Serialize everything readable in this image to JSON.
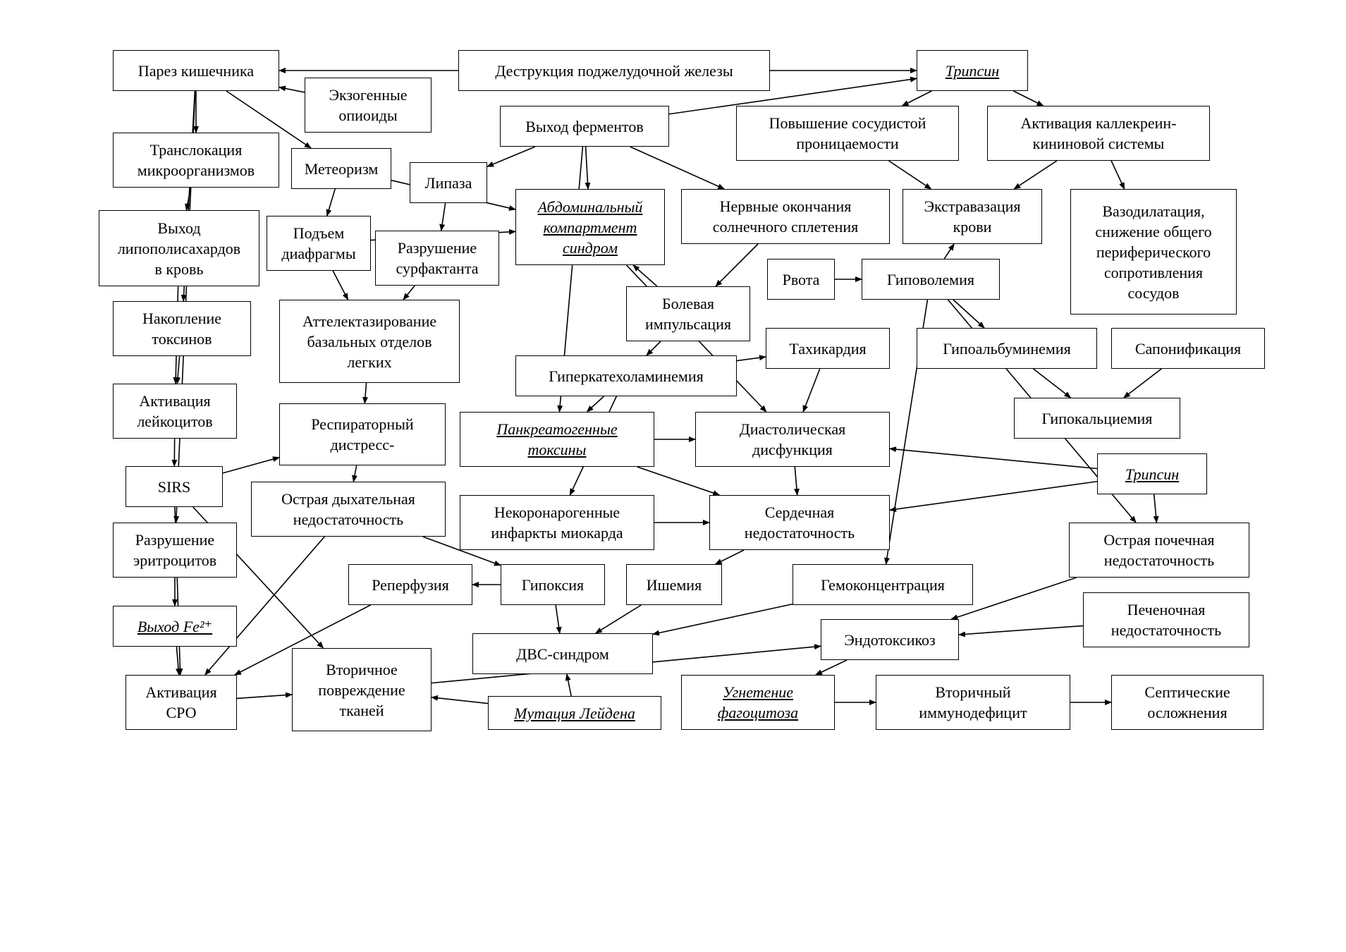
{
  "nodes": [
    {
      "id": "n1",
      "text": "Парез кишечника"
    },
    {
      "id": "n2",
      "text": "Деструкция поджелудочной железы"
    },
    {
      "id": "n3",
      "text": "Трипсин",
      "italic": true
    },
    {
      "id": "n4",
      "text": "Экзогенные\nопиоиды"
    },
    {
      "id": "n5",
      "text": "Выход ферментов"
    },
    {
      "id": "n6",
      "text": "Повышение сосудистой\nпроницаемости"
    },
    {
      "id": "n7",
      "text": "Активация каллекреин-\nкининовой системы"
    },
    {
      "id": "n8",
      "text": "Транслокация\nмикроорганизмов"
    },
    {
      "id": "n9",
      "text": "Метеоризм"
    },
    {
      "id": "n10",
      "text": "Липаза"
    },
    {
      "id": "n11",
      "text": "Абдоминальный\nкомпартмент\nсиндром",
      "italic": true
    },
    {
      "id": "n12",
      "text": "Нервные окончания\nсолнечного сплетения"
    },
    {
      "id": "n13",
      "text": "Экстравазация\nкрови"
    },
    {
      "id": "n14",
      "text": "Вазодилатация,\nснижение общего\nпериферического\nсопротивления\nсосудов"
    },
    {
      "id": "n15",
      "text": "Выход\nлипополисахардов\nв кровь"
    },
    {
      "id": "n16",
      "text": "Подъем\nдиафрагмы"
    },
    {
      "id": "n17",
      "text": "Разрушение\nсурфактанта"
    },
    {
      "id": "n18",
      "text": "Рвота"
    },
    {
      "id": "n19",
      "text": "Гиповолемия"
    },
    {
      "id": "n20",
      "text": "Накопление\nтоксинов"
    },
    {
      "id": "n21",
      "text": "Аттелектазирование\nбазальных отделов\nлегких"
    },
    {
      "id": "n22",
      "text": "Болевая\nимпульсация"
    },
    {
      "id": "n23",
      "text": "Тахикардия"
    },
    {
      "id": "n24",
      "text": "Гипоальбуминемия"
    },
    {
      "id": "n25",
      "text": "Сапонификация"
    },
    {
      "id": "n26",
      "text": "Гиперкатехоламинемия"
    },
    {
      "id": "n27",
      "text": "Активация\nлейкоцитов"
    },
    {
      "id": "n28",
      "text": "Гипокальциемия"
    },
    {
      "id": "n29",
      "text": "Респираторный\nдистресс-"
    },
    {
      "id": "n30",
      "text": "Панкреатогенные\nтоксины",
      "italic": true
    },
    {
      "id": "n31",
      "text": "Диастолическая\nдисфункция"
    },
    {
      "id": "n32",
      "text": "Трипсин",
      "italic": true
    },
    {
      "id": "n33",
      "text": "SIRS"
    },
    {
      "id": "n34",
      "text": "Острая дыхательная\nнедостаточность"
    },
    {
      "id": "n35",
      "text": "Некоронарогенные\nинфаркты миокарда"
    },
    {
      "id": "n36",
      "text": "Сердечная\nнедостаточность"
    },
    {
      "id": "n37",
      "text": "Разрушение\nэритроцитов"
    },
    {
      "id": "n38",
      "text": "Острая почечная\nнедостаточность"
    },
    {
      "id": "n39",
      "text": "Реперфузия"
    },
    {
      "id": "n40",
      "text": "Гипоксия"
    },
    {
      "id": "n41",
      "text": "Ишемия"
    },
    {
      "id": "n42",
      "text": "Гемоконцентрация"
    },
    {
      "id": "n43",
      "text": "Печеночная\nнедостаточность"
    },
    {
      "id": "n44",
      "text": "Выход Fe²⁺",
      "italic": true
    },
    {
      "id": "n45",
      "text": "Эндотоксикоз"
    },
    {
      "id": "n46",
      "text": "ДВС-синдром"
    },
    {
      "id": "n47",
      "text": "Вторичное\nповреждение\nтканей"
    },
    {
      "id": "n48",
      "text": "Активация\nСРО"
    },
    {
      "id": "n49",
      "text": "Мутация Лейдена",
      "italic": true
    },
    {
      "id": "n50",
      "text": "Угнетение\nфагоцитоза",
      "italic": true
    },
    {
      "id": "n51",
      "text": "Вторичный\nиммунодефицит"
    },
    {
      "id": "n52",
      "text": "Септические\nосложнения"
    }
  ],
  "edges": [
    [
      "n2",
      "n1"
    ],
    [
      "n2",
      "n3"
    ],
    [
      "n5",
      "n3"
    ],
    [
      "n1",
      "n8"
    ],
    [
      "n1",
      "n9"
    ],
    [
      "n4",
      "n1"
    ],
    [
      "n5",
      "n10"
    ],
    [
      "n5",
      "n11"
    ],
    [
      "n5",
      "n12"
    ],
    [
      "n5",
      "n30"
    ],
    [
      "n3",
      "n6"
    ],
    [
      "n3",
      "n7"
    ],
    [
      "n6",
      "n13"
    ],
    [
      "n7",
      "n13"
    ],
    [
      "n7",
      "n14"
    ],
    [
      "n8",
      "n15"
    ],
    [
      "n9",
      "n16"
    ],
    [
      "n9",
      "n11"
    ],
    [
      "n10",
      "n17"
    ],
    [
      "n16",
      "n11"
    ],
    [
      "n16",
      "n21"
    ],
    [
      "n17",
      "n21"
    ],
    [
      "n12",
      "n22"
    ],
    [
      "n22",
      "n11"
    ],
    [
      "n22",
      "n26"
    ],
    [
      "n18",
      "n19"
    ],
    [
      "n19",
      "n13"
    ],
    [
      "n19",
      "n24"
    ],
    [
      "n19",
      "n38"
    ],
    [
      "n19",
      "n42"
    ],
    [
      "n1",
      "n20"
    ],
    [
      "n20",
      "n27"
    ],
    [
      "n15",
      "n27"
    ],
    [
      "n21",
      "n29"
    ],
    [
      "n11",
      "n31"
    ],
    [
      "n26",
      "n23"
    ],
    [
      "n26",
      "n35"
    ],
    [
      "n26",
      "n30"
    ],
    [
      "n23",
      "n31"
    ],
    [
      "n24",
      "n28"
    ],
    [
      "n25",
      "n28"
    ],
    [
      "n27",
      "n33"
    ],
    [
      "n33",
      "n29"
    ],
    [
      "n29",
      "n34"
    ],
    [
      "n33",
      "n48"
    ],
    [
      "n33",
      "n47"
    ],
    [
      "n30",
      "n31"
    ],
    [
      "n30",
      "n36"
    ],
    [
      "n31",
      "n36"
    ],
    [
      "n32",
      "n31"
    ],
    [
      "n32",
      "n36"
    ],
    [
      "n32",
      "n38"
    ],
    [
      "n35",
      "n36"
    ],
    [
      "n1",
      "n37"
    ],
    [
      "n34",
      "n40"
    ],
    [
      "n34",
      "n48"
    ],
    [
      "n36",
      "n41"
    ],
    [
      "n40",
      "n39"
    ],
    [
      "n39",
      "n48"
    ],
    [
      "n40",
      "n46"
    ],
    [
      "n41",
      "n46"
    ],
    [
      "n42",
      "n46"
    ],
    [
      "n38",
      "n45"
    ],
    [
      "n43",
      "n45"
    ],
    [
      "n37",
      "n44"
    ],
    [
      "n44",
      "n48"
    ],
    [
      "n45",
      "n50"
    ],
    [
      "n47",
      "n45"
    ],
    [
      "n49",
      "n46"
    ],
    [
      "n49",
      "n47"
    ],
    [
      "n48",
      "n47"
    ],
    [
      "n50",
      "n51"
    ],
    [
      "n51",
      "n52"
    ]
  ]
}
